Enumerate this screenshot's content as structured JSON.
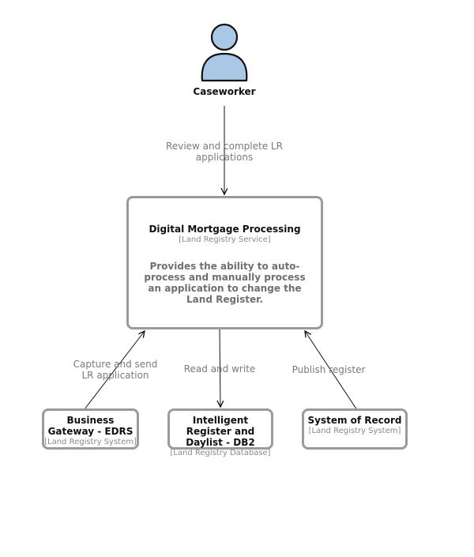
{
  "person": {
    "name": "Caseworker"
  },
  "main": {
    "title": "Digital Mortgage Processing",
    "tech": "[Land Registry Service]",
    "description": "Provides the ability to auto-process and manually process an application to change the Land Register."
  },
  "systems": [
    {
      "title": "Business Gateway - EDRS",
      "tech": "[Land Registry System]"
    },
    {
      "title": "Intelligent Register and Daylist - DB2",
      "tech": "[Land Registry Database]"
    },
    {
      "title": "System of Record",
      "tech": "[Land Registry System]"
    }
  ],
  "edges": {
    "review": "Review and complete LR applications",
    "capture": "Capture and send LR application",
    "readwrite": "Read and write",
    "publish": "Publish register"
  },
  "colors": {
    "border": "#9b9b9b",
    "person_fill": "#a9c8e6",
    "person_stroke": "#111111",
    "edge_text": "#7a7a7a",
    "arrow": "#111111"
  }
}
